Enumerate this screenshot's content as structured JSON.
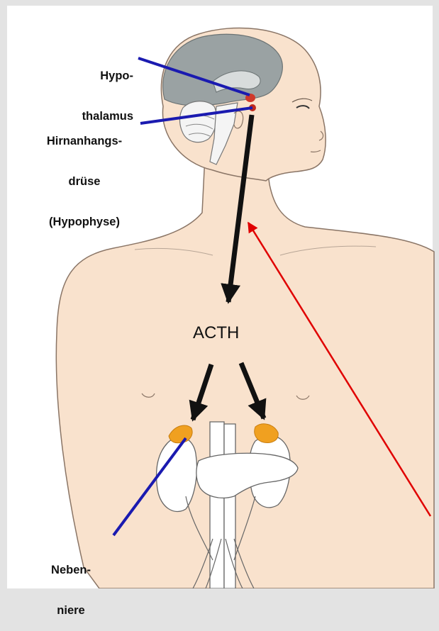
{
  "labels": {
    "hypothalamus_1": "Hypo-",
    "hypothalamus_2": "thalamus",
    "pituitary_1": "Hirnanhangs-",
    "pituitary_2": "drüse",
    "pituitary_3": "(Hypophyse)",
    "hormone": "ACTH",
    "adrenal_1": "Neben-",
    "adrenal_2": "niere"
  },
  "colors": {
    "background": "#e3e3e3",
    "panel": "#ffffff",
    "skin": "#f9e2cd",
    "outline": "#8a7566",
    "brain": "#9aa2a3",
    "adrenal": "#f0a020",
    "pointer_blue": "#1a1ab0",
    "pointer_red": "#e00000",
    "arrow": "#111111"
  }
}
